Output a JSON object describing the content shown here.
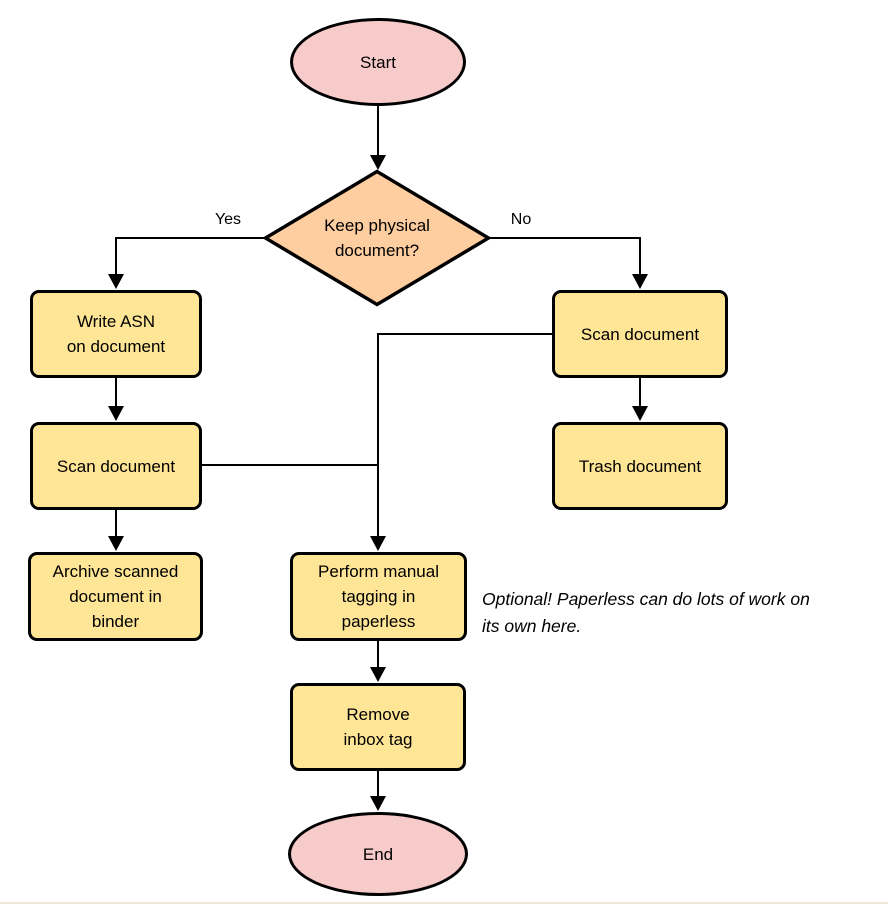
{
  "colors": {
    "terminal_fill": "#F8CBCB",
    "decision_fill": "#FFCEA0",
    "process_fill": "#FFE596",
    "stroke": "#000000",
    "bottom_rule": "#EDE7D8"
  },
  "nodes": {
    "start": {
      "type": "terminal",
      "label": "Start"
    },
    "decision": {
      "type": "decision",
      "lines": [
        "Keep physical",
        "document?"
      ]
    },
    "write_asn": {
      "type": "process",
      "lines": [
        "Write ASN",
        "on document"
      ]
    },
    "scan_left": {
      "type": "process",
      "lines": [
        "Scan document"
      ]
    },
    "archive": {
      "type": "process",
      "lines": [
        "Archive scanned",
        "document in",
        "binder"
      ]
    },
    "scan_right": {
      "type": "process",
      "lines": [
        "Scan document"
      ]
    },
    "trash": {
      "type": "process",
      "lines": [
        "Trash document"
      ]
    },
    "tagging": {
      "type": "process",
      "lines": [
        "Perform manual",
        "tagging in",
        "paperless"
      ]
    },
    "remove_inbox": {
      "type": "process",
      "lines": [
        "Remove",
        "inbox tag"
      ]
    },
    "end": {
      "type": "terminal",
      "label": "End"
    }
  },
  "edge_labels": {
    "yes": "Yes",
    "no": "No"
  },
  "note": {
    "lines": [
      "Optional! Paperless can do lots of work on",
      "its own here."
    ]
  }
}
